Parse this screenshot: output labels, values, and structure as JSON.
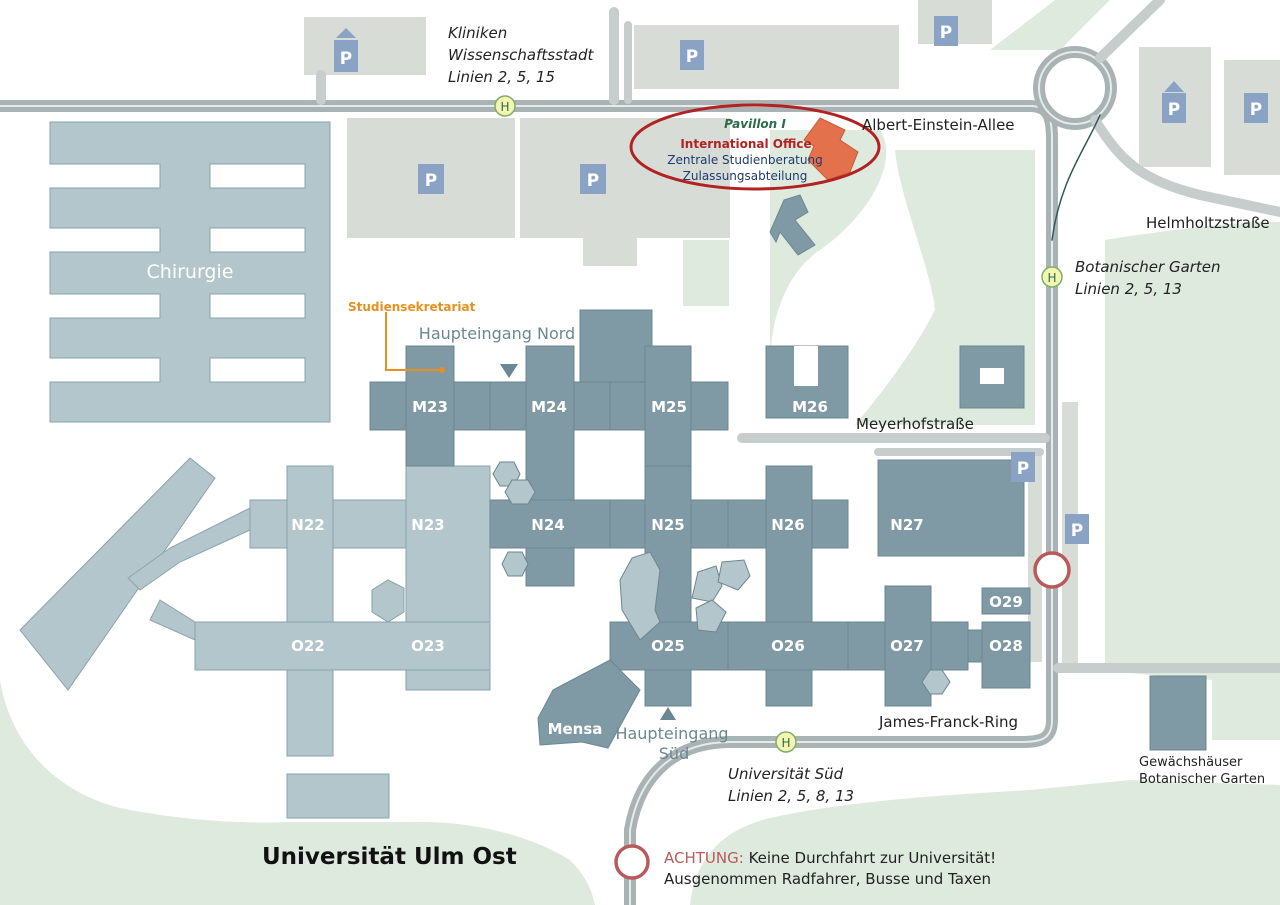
{
  "map_title": "Universität Ulm Ost",
  "colors": {
    "green_area": "#dfeadf",
    "parking": "#d7dcd6",
    "building_dark": "#7f9aa4",
    "building_light": "#b3c6cb",
    "road": "#a9b3b3",
    "highlight_building": "#e3714b",
    "ellipse": "#b22222",
    "studiensekretariat": "#e8901e",
    "stop_fill": "#f4f5b0"
  },
  "buildings": {
    "chirurgie": "Chirurgie",
    "M23": "M23",
    "M24": "M24",
    "M25": "M25",
    "M26": "M26",
    "N22": "N22",
    "N23": "N23",
    "N24": "N24",
    "N25": "N25",
    "N26": "N26",
    "N27": "N27",
    "O22": "O22",
    "O23": "O23",
    "O25": "O25",
    "O26": "O26",
    "O27": "O27",
    "O28": "O28",
    "O29": "O29",
    "mensa": "Mensa"
  },
  "callouts": {
    "pavillon": "Pavillon I",
    "international_office": "International Office",
    "zentrale_studienberatung": "Zentrale Studienberatung",
    "zulassungsabteilung": "Zulassungsabteilung",
    "studiensekretariat": "Studiensekretariat"
  },
  "entrances": {
    "nord": "Haupteingang Nord",
    "sued_line1": "Haupteingang",
    "sued_line2": "Süd"
  },
  "streets": {
    "albert_einstein": "Albert-Einstein-Allee",
    "helmholtz": "Helmholtzstraße",
    "meyerhof": "Meyerhofstraße",
    "james_franck": "James-Franck-Ring"
  },
  "stops": {
    "kliniken_line1": "Kliniken",
    "kliniken_line2": "Wissenschaftsstadt",
    "kliniken_line3": "Linien 2, 5, 15",
    "botanischer_line1": "Botanischer Garten",
    "botanischer_line2": "Linien 2, 5, 13",
    "uni_sued_line1": "Universität Süd",
    "uni_sued_line2": "Linien 2, 5, 8, 13"
  },
  "gewaechshaeuser": {
    "line1": "Gewächshäuser",
    "line2": "Botanischer Garten"
  },
  "notice": {
    "warning_word": "ACHTUNG:",
    "line1_rest": " Keine Durchfahrt zur Universität!",
    "line2": "Ausgenommen Radfahrer, Busse und Taxen"
  },
  "symbols": {
    "parking": "P",
    "bus_stop": "H"
  }
}
